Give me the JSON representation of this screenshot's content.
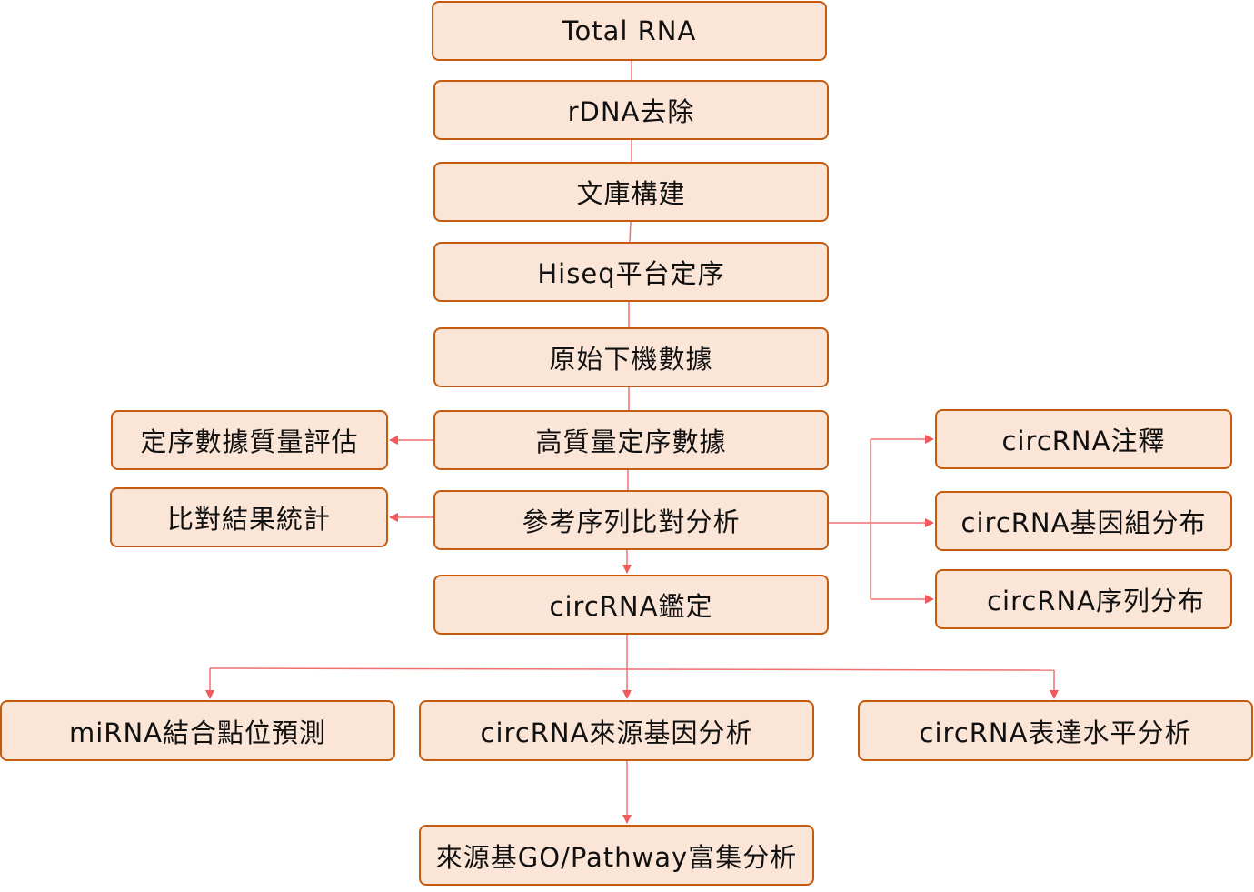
{
  "boxes": {
    "total_rna": "Total RNA",
    "rdna_removal": "rDNA去除",
    "library_construction": "文庫構建",
    "hiseq_sequencing": "Hiseq平台定序",
    "raw_data": "原始下機數據",
    "high_quality_data": "高質量定序數據",
    "reference_alignment": "參考序列比對分析",
    "circrna_identification": "circRNA鑑定",
    "quality_assessment": "定序數據質量評估",
    "alignment_statistics": "比對結果統計",
    "circrna_annotation": "circRNA注釋",
    "circrna_genome_distribution": "circRNA基因組分布",
    "circrna_sequence_distribution": "circRNA序列分布",
    "mirna_binding_prediction": "miRNA結合點位預測",
    "circrna_source_gene": "circRNA來源基因分析",
    "circrna_expression": "circRNA表達水平分析",
    "source_gene_enrichment": "來源基GO/Pathway富集分析"
  },
  "colors": {
    "box_fill": "#fbe5d6",
    "box_border": "#c55a11",
    "connector": "#f07070"
  }
}
